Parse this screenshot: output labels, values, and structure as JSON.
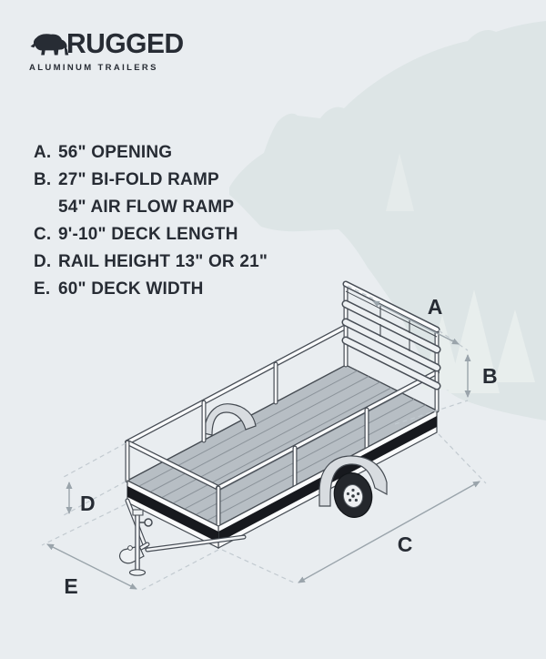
{
  "brand": {
    "name": "RUGGED",
    "tagline": "ALUMINUM TRAILERS",
    "logo_icon": "walking-bear-silhouette"
  },
  "specs": {
    "items": [
      {
        "letter": "A.",
        "text": "56\" OPENING"
      },
      {
        "letter": "B.",
        "text": "27\" BI-FOLD RAMP",
        "text2": "54\" AIR FLOW RAMP"
      },
      {
        "letter": "C.",
        "text": "9'-10\" DECK LENGTH"
      },
      {
        "letter": "D.",
        "text": "RAIL HEIGHT 13\" OR 21\""
      },
      {
        "letter": "E.",
        "text": "60\" DECK WIDTH"
      }
    ]
  },
  "diagram": {
    "type": "isometric-line-drawing",
    "subject": "single-axle utility trailer with upright bi-fold ramp gate",
    "dimension_labels": {
      "a": "A",
      "b": "B",
      "c": "C",
      "d": "D",
      "e": "E"
    },
    "watermark": "bear-head-silhouette-with-pine-trees",
    "colors": {
      "background": "#e9edf0",
      "text": "#272c34",
      "watermark": "#dde5e6",
      "line_art": "#454b52",
      "deck": "#b7bec4",
      "frame_band": "#17191e",
      "tire": "#24272c",
      "fender": "#d8dce0",
      "dimension_line": "#9aa4ab"
    }
  }
}
